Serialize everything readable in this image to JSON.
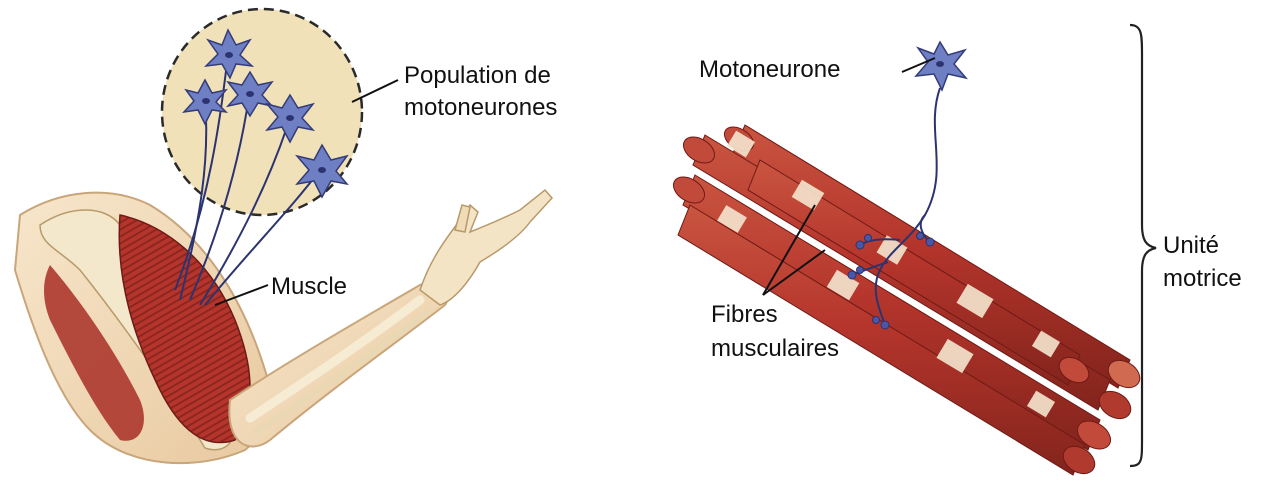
{
  "left_panel": {
    "population_label": {
      "line1": "Population de",
      "line2": "motoneurones"
    },
    "muscle_label": "Muscle"
  },
  "right_panel": {
    "motoneuron_label": "Motoneurone",
    "fibers_label": {
      "line1": "Fibres",
      "line2": "musculaires"
    },
    "unit_label": {
      "line1": "Unité",
      "line2": "motrice"
    }
  },
  "colors": {
    "muscle": "#b5352c",
    "muscle_dark": "#7e1d18",
    "bone": "#f0e2c2",
    "skin": "#f3d9b5",
    "neuron": "#6f7fc4",
    "nerve": "#2c3470",
    "population_bg": "#f1e1b8"
  }
}
